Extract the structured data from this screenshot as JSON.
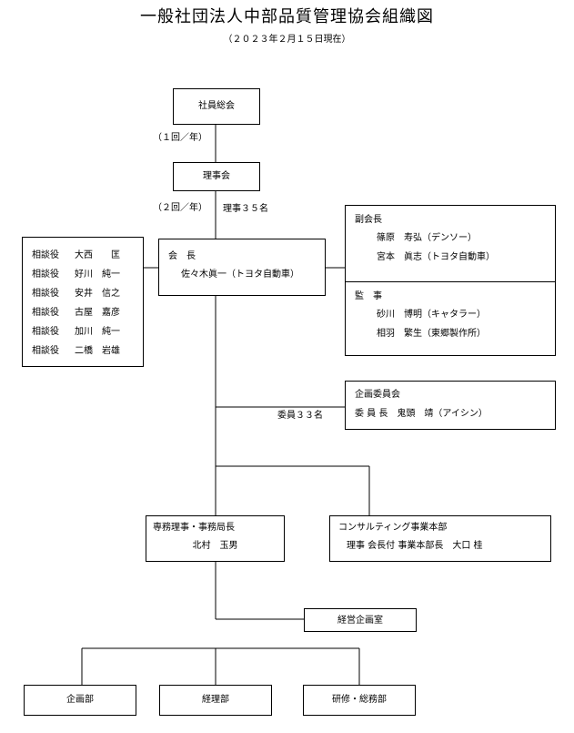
{
  "title": "一般社団法人中部品質管理協会組織図",
  "date": "（２０２３年２月１５日現在）",
  "general_meeting": {
    "label": "社員総会",
    "freq": "（１回／年）"
  },
  "board": {
    "label": "理事会",
    "freq": "（２回／年）",
    "count": "理事３５名"
  },
  "advisors": [
    {
      "role": "相談役",
      "name": "大西　　匡"
    },
    {
      "role": "相談役",
      "name": "好川　純一"
    },
    {
      "role": "相談役",
      "name": "安井　信之"
    },
    {
      "role": "相談役",
      "name": "古屋　嘉彦"
    },
    {
      "role": "相談役",
      "name": "加川　純一"
    },
    {
      "role": "相談役",
      "name": "二橋　岩雄"
    }
  ],
  "chairman": {
    "title": "会　長",
    "name": "佐々木眞一（トヨタ自動車）"
  },
  "vice_chairmen": {
    "title": "副会長",
    "members": [
      "篠原　寿弘（デンソー）",
      "宮本　眞志（トヨタ自動車）"
    ]
  },
  "auditors": {
    "title": "監　事",
    "members": [
      "砂川　博明（キャタラー）",
      "相羽　繁生（東郷製作所）"
    ]
  },
  "planning_committee": {
    "title": "企画委員会",
    "chair": "委 員 長　鬼頭　靖（アイシン）",
    "count": "委員３３名"
  },
  "executive": {
    "title": "専務理事・事務局長",
    "name": "北村　玉男"
  },
  "consulting": {
    "title": "コンサルティング事業本部",
    "head": "理事 会長付 事業本部長　大口 桂"
  },
  "management_office": "経営企画室",
  "departments": [
    "企画部",
    "経理部",
    "研修・総務部"
  ]
}
